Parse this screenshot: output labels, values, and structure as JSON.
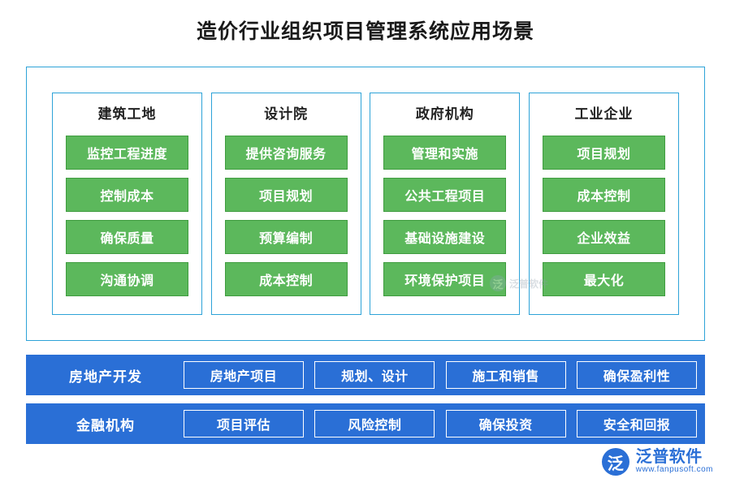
{
  "title": "造价行业组织项目管理系统应用场景",
  "colors": {
    "frame_border": "#2ea3d8",
    "chip_green": "#5cb85c",
    "row_blue": "#2a6fd6",
    "brand_blue": "#2a6fd6"
  },
  "columns": [
    {
      "title": "建筑工地",
      "items": [
        "监控工程进度",
        "控制成本",
        "确保质量",
        "沟通协调"
      ]
    },
    {
      "title": "设计院",
      "items": [
        "提供咨询服务",
        "项目规划",
        "预算编制",
        "成本控制"
      ]
    },
    {
      "title": "政府机构",
      "items": [
        "管理和实施",
        "公共工程项目",
        "基础设施建设",
        "环境保护项目"
      ]
    },
    {
      "title": "工业企业",
      "items": [
        "项目规划",
        "成本控制",
        "企业效益",
        "最大化"
      ]
    }
  ],
  "rows": [
    {
      "label": "房地产开发",
      "cells": [
        "房地产项目",
        "规划、设计",
        "施工和销售",
        "确保盈利性"
      ]
    },
    {
      "label": "金融机构",
      "cells": [
        "项目评估",
        "风险控制",
        "确保投资",
        "安全和回报"
      ]
    }
  ],
  "watermark": {
    "mark": "泛",
    "text": "泛普软件"
  },
  "brand": {
    "mark": "泛",
    "name": "泛普软件",
    "url": "www.fanpusoft.com"
  }
}
